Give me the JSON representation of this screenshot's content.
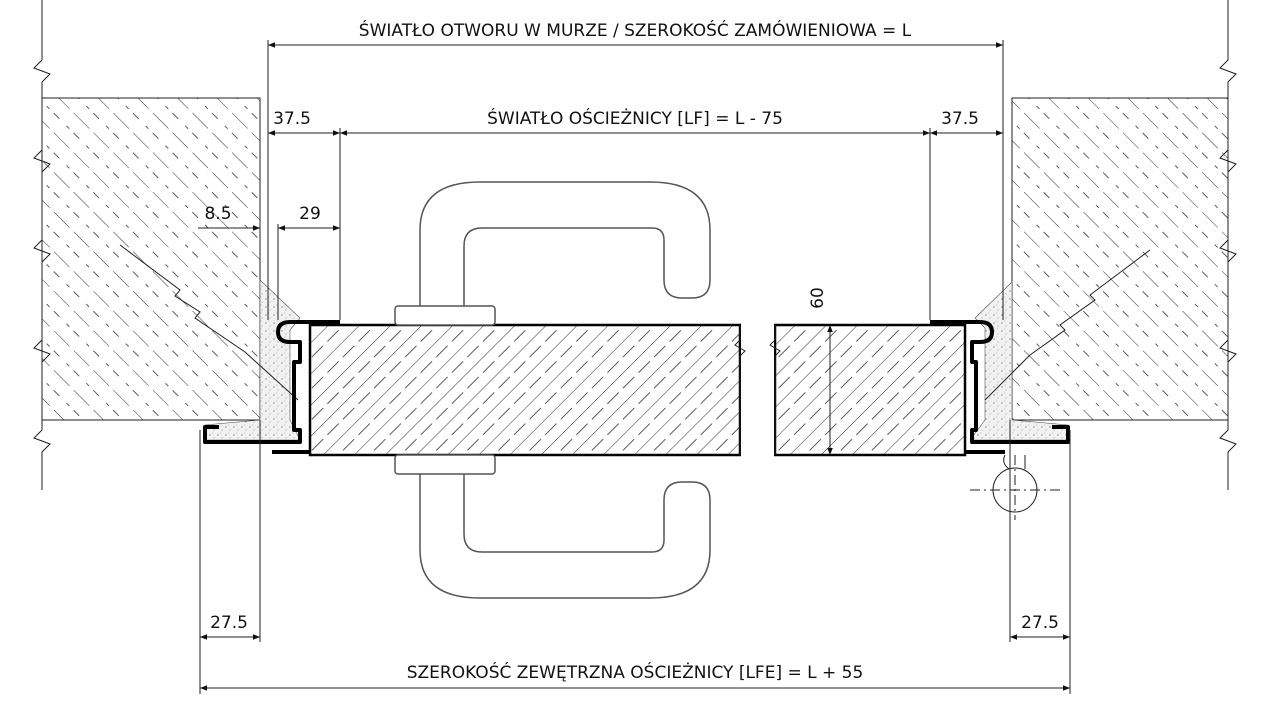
{
  "title": "Door frame installation cross-section",
  "colors": {
    "line": "#111111",
    "foam": "#e8e8e8",
    "background": "#ffffff"
  },
  "dimensions": {
    "opening_width": "ŚWIATŁO OTWORU W MURZE / SZEROKOŚĆ ZAMÓWIENIOWA = L",
    "frame_clear_width": "ŚWIATŁO OŚCIEŻNICY [LF] = L - 75",
    "left_offset": "37.5",
    "right_offset": "37.5",
    "gap": "8.5",
    "rebate": "29",
    "leaf_thickness": "60",
    "left_outer": "27.5",
    "right_outer": "27.5",
    "frame_outer_width": "SZEROKOŚĆ ZEWĘTRZNA OŚCIEŻNICY [LFE] = L + 55"
  }
}
